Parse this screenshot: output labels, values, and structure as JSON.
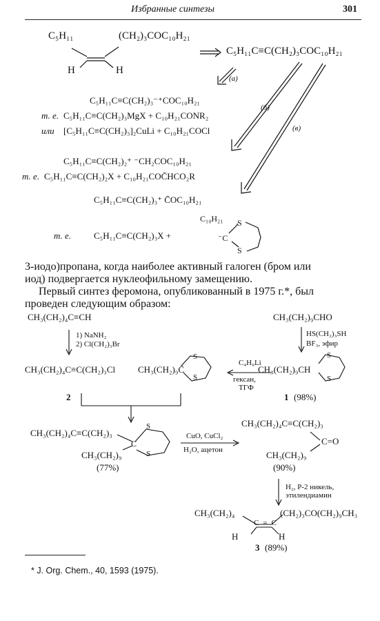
{
  "header": {
    "title": "Избранные синтезы",
    "page_number": "301"
  },
  "scheme1": {
    "c5h11": "C₅H₁₁",
    "sub_right": "(CH₂)₃COC₁₀H₂₁",
    "h_left": "H",
    "h_right": "H",
    "target": "C₅H₁₁C≡C(CH₂)₃COC₁₀H₂₁",
    "route_a": "(а)",
    "route_b": "(б)",
    "route_c": "(в)",
    "a_line1": "C₅H₁₁C≡C(CH₂)₃⁻⁺COC₁₀H₂₁",
    "a_prefix2": "т. е.",
    "a_line2": "C₅H₁₁C≡C(CH₂)₃MgX + C₁₀H₂₁CONR₂",
    "a_prefix3": "или",
    "a_line3": "[C₅H₁₁C≡C(CH₂)₃]₂CuLi + C₁₀H₂₁COCl",
    "b_line1": "C₅H₁₁C≡C(CH₂)₂⁺  ⁻CH₂COC₁₀H₂₁",
    "b_prefix2": "т. е.",
    "b_line2": "C₅H₁₁C≡C(CH₂)₂X + C₁₀H₂₁COC̄HCO₂R",
    "c_line1": "C₅H₁₁C≡C(CH₂)₃⁺   C̄OC₁₀H₂₁",
    "c_prefix2": "т. е.",
    "c_line2": "C₅H₁₁C≡C(CH₂)₃X +",
    "c_dithiane_r": "C₁₀H₂₁",
    "s_top": "S",
    "s_bottom": "S",
    "c_minus": "⁻C"
  },
  "body_text": {
    "line1": "3-иодо)пропана, когда наиболее активный галоген (бром или",
    "line2": "иод) подвергается нуклеофильному замещению.",
    "line3": "Первый синтез феромона, опубликованный в 1975 г.*, был",
    "line4": "проведен следующим образом:"
  },
  "scheme2": {
    "start_alkyne": "CH₃(CH₂)₄C≡CH",
    "reagent_1": "1) NaNH₂",
    "reagent_2": "2) Cl(CH₂)₃Br",
    "chloride": "CH₃(CH₂)₄C≡C(CH₂)₃Cl",
    "aldehyde": "CH₃(CH₂)₉CHO",
    "thiol_reagent": "HS(CH₂)₃SH",
    "bf3_reagent": "BF₃, эфир",
    "anion_left": "CH₃(CH₂)₉C̄",
    "buli": "C₄H₉Li",
    "hexane": "гексан,",
    "thf": "ТГФ",
    "dithiane_1": "CH₃(CH₂)₉CH",
    "compound_2_label": "2",
    "compound_1_label": "1",
    "compound_1_yield": "(98%)",
    "coupled_top": "CH₃(CH₂)₄C≡C(CH₂)₃",
    "coupled_bottom": "CH₃(CH₂)₉",
    "coupled_yield": "(77%)",
    "hydrolysis_1": "CuO, CuCl₂",
    "hydrolysis_2": "H₂O, ацетон",
    "ketone_top": "CH₃(CH₂)₄C≡C(CH₂)₃",
    "ketone_co": "C=O",
    "ketone_bottom": "CH₃(CH₂)₉",
    "ketone_yield": "(90%)",
    "reduction_1": "H₂, Р-2 никель,",
    "reduction_2": "этилендиамин",
    "final_left": "CH₃(CH₂)₄",
    "final_right": "(CH₂)₃CO(CH₂)₉CH₃",
    "final_c_eq": "C=C",
    "final_h_left": "H",
    "final_h_right": "H",
    "compound_3_label": "3",
    "compound_3_yield": "(89%)"
  },
  "footnote": {
    "text": "* J. Org. Chem., 40, 1593 (1975)."
  }
}
